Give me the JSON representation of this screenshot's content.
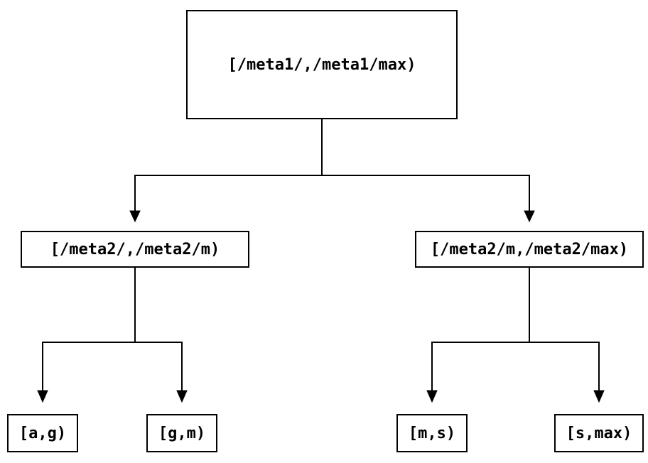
{
  "colors": {
    "background": "#ffffff",
    "line": "#000000",
    "text": "#000000"
  },
  "nodes": {
    "root": {
      "label": "[/meta1/,/meta1/max)"
    },
    "meta2_low": {
      "label": "[/meta2/,/meta2/m)"
    },
    "meta2_high": {
      "label": "[/meta2/m,/meta2/max)"
    },
    "leaf_a_g": {
      "label": "[a,g)"
    },
    "leaf_g_m": {
      "label": "[g,m)"
    },
    "leaf_m_s": {
      "label": "[m,s)"
    },
    "leaf_s_max": {
      "label": "[s,max)"
    }
  },
  "edges": [
    {
      "from": "root",
      "to": "meta2_low"
    },
    {
      "from": "root",
      "to": "meta2_high"
    },
    {
      "from": "meta2_low",
      "to": "leaf_a_g"
    },
    {
      "from": "meta2_low",
      "to": "leaf_g_m"
    },
    {
      "from": "meta2_high",
      "to": "leaf_m_s"
    },
    {
      "from": "meta2_high",
      "to": "leaf_s_max"
    }
  ]
}
